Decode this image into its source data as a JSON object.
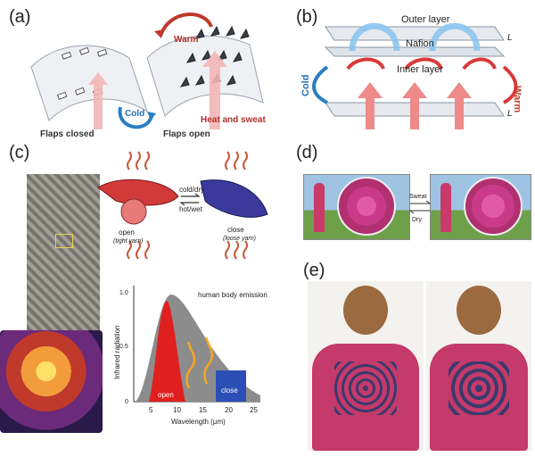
{
  "panels": {
    "a": {
      "tag": "(a)",
      "warm": "Warm",
      "cold": "Cold",
      "flaps_closed": "Flaps closed",
      "flaps_open": "Flaps open",
      "heat_sweat": "Heat and sweat"
    },
    "b": {
      "tag": "(b)",
      "outer": "Outer layer",
      "nafion": "Nafion",
      "inner": "Inner layer",
      "cold": "Cold",
      "warm": "Warm",
      "L1": "L",
      "L2": "L"
    },
    "c": {
      "tag": "(c)",
      "coldry": "cold/dry",
      "hotwet": "hot/wet",
      "open_label": "open",
      "open_sub": "(tight yarn)",
      "close_label": "close",
      "close_sub": "(loose yarn)",
      "chart_title_note": "human body emission",
      "ylabel": "Infrared radiation",
      "xlabel": "Wavelength (μm)",
      "bar_open": "open",
      "bar_close": "close",
      "xticks": [
        "5",
        "10",
        "15",
        "20",
        "25"
      ],
      "yticks": [
        "0",
        "0.5",
        "1.0"
      ]
    },
    "d": {
      "tag": "(d)",
      "sweat": "Sweat",
      "dry": "Dry"
    },
    "e": {
      "tag": "(e)"
    }
  },
  "colors": {
    "red": "#d83a3a",
    "blue": "#2a6fb5",
    "pink": "#c93a6a",
    "navy": "#3b3a8c"
  }
}
